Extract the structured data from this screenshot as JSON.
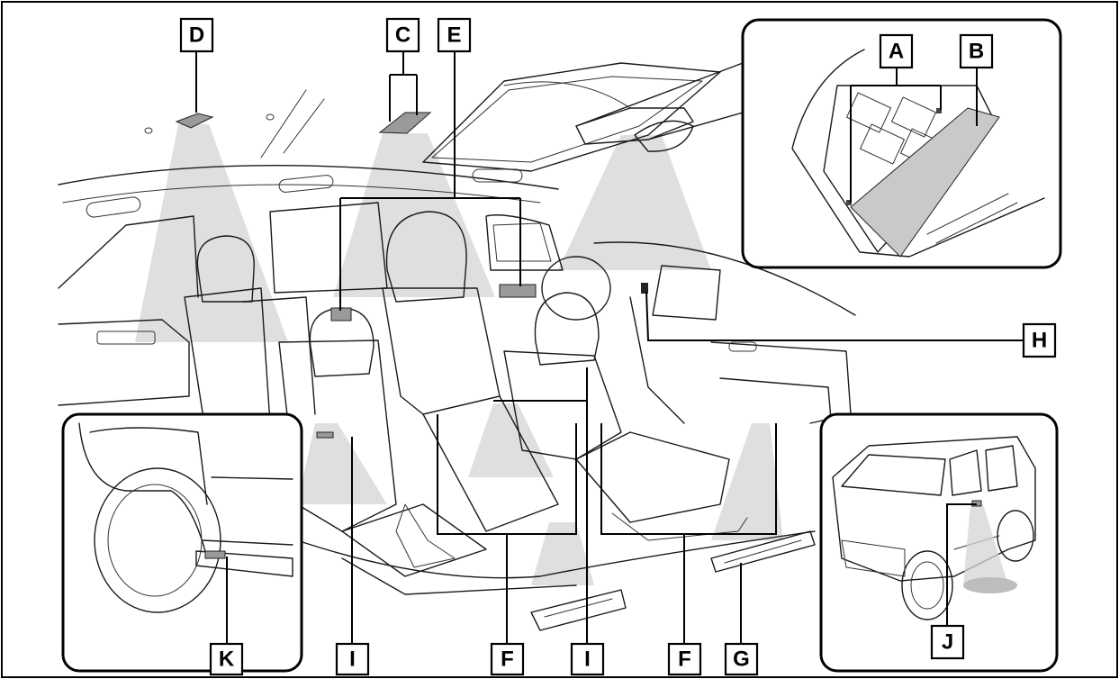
{
  "diagram": {
    "colors": {
      "line": "#1a1a1a",
      "light_beam": "#d4d4d4",
      "background": "#ffffff",
      "lamp": "#9a9a9a"
    },
    "labels": {
      "A": "A",
      "B": "B",
      "C": "C",
      "D": "D",
      "E": "E",
      "F_left": "F",
      "F_right": "F",
      "G": "G",
      "H": "H",
      "I_left": "I",
      "I_center": "I",
      "J": "J",
      "K": "K"
    },
    "insets": [
      "overhead-console-detail",
      "running-board-detail",
      "vehicle-exterior-detail"
    ]
  }
}
